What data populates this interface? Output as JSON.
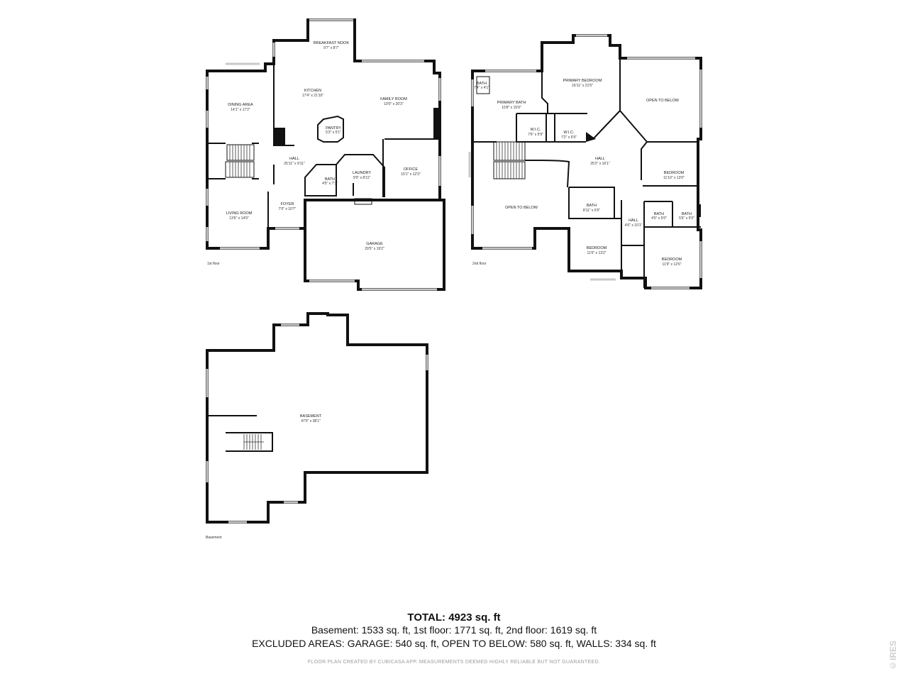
{
  "floors": {
    "first": {
      "label": "1st floor",
      "rooms": {
        "breakfast_nook": {
          "name": "BREAKFAST NOOK",
          "dim": "9'7\" x 8'7\""
        },
        "dining_area": {
          "name": "DINING AREA",
          "dim": "14'1\" x 17'2\""
        },
        "kitchen": {
          "name": "KITCHEN",
          "dim": "17'4\" x 21'10\""
        },
        "family_room": {
          "name": "FAMILY ROOM",
          "dim": "19'0\" x 20'3\""
        },
        "pantry": {
          "name": "PANTRY",
          "dim": "5'3\" x 5'1\""
        },
        "hall": {
          "name": "HALL",
          "dim": "25'11\" x 9'11\""
        },
        "bath": {
          "name": "BATH",
          "dim": "4'5\" x 7'3\""
        },
        "laundry": {
          "name": "LAUNDRY",
          "dim": "9'0\" x 8'11\""
        },
        "office": {
          "name": "OFFICE",
          "dim": "15'1\" x 12'3\""
        },
        "foyer": {
          "name": "FOYER",
          "dim": "7'0\" x 10'7\""
        },
        "living_room": {
          "name": "LIVING ROOM",
          "dim": "13'6\" x 14'9\""
        },
        "garage": {
          "name": "GARAGE",
          "dim": "29'5\" x 19'2\""
        }
      }
    },
    "second": {
      "label": "2nd floor",
      "rooms": {
        "bath_small": {
          "name": "BATH",
          "dim": "7'4\" x 4'1\""
        },
        "primary_bath": {
          "name": "PRIMARY BATH",
          "dim": "15'8\" x 15'9\""
        },
        "primary_bedroom": {
          "name": "PRIMARY BEDROOM",
          "dim": "16'11\" x 21'5\""
        },
        "open_to_below_right": {
          "name": "OPEN TO BELOW",
          "dim": ""
        },
        "wic_1": {
          "name": "W.I.C.",
          "dim": "7'6\" x 5'9\""
        },
        "wic_2": {
          "name": "W.I.C.",
          "dim": "7'2\" x 5'9\""
        },
        "hall": {
          "name": "HALL",
          "dim": "25'2\" x 16'1\""
        },
        "bedroom_east": {
          "name": "BEDROOM",
          "dim": "11'10\" x 13'0\""
        },
        "open_to_below_left": {
          "name": "OPEN TO BELOW",
          "dim": ""
        },
        "bath_mid": {
          "name": "BATH",
          "dim": "8'11\" x 6'5\""
        },
        "bath_a": {
          "name": "BATH",
          "dim": "4'0\" x 5'0\""
        },
        "bath_b": {
          "name": "BATH",
          "dim": "5'6\" x 5'0\""
        },
        "hall_small": {
          "name": "HALL",
          "dim": "4'6\" x 10'1\""
        },
        "bedroom_south": {
          "name": "BEDROOM",
          "dim": "11'0\" x 13'2\""
        },
        "bedroom_se": {
          "name": "BEDROOM",
          "dim": "11'9\" x 12'6\""
        }
      }
    },
    "basement": {
      "label": "Basement",
      "rooms": {
        "basement": {
          "name": "BASEMENT",
          "dim": "47'0\" x 38'1\""
        }
      }
    }
  },
  "summary": {
    "total": "TOTAL: 4923 sq. ft",
    "line1": "Basement: 1533 sq. ft, 1st floor: 1771 sq. ft, 2nd floor: 1619 sq. ft",
    "line2": "EXCLUDED AREAS: GARAGE: 540 sq. ft, OPEN TO BELOW: 580 sq. ft, WALLS: 334 sq. ft",
    "disclaimer": "FLOOR PLAN CREATED BY CUBICASA APP. MEASUREMENTS DEEMED HIGHLY RELIABLE BUT NOT GUARANTEED."
  },
  "watermark": "©IRES",
  "colors": {
    "wall": "#111111",
    "window": "#c9c9c9",
    "disclaimer": "#9a9a9a"
  }
}
